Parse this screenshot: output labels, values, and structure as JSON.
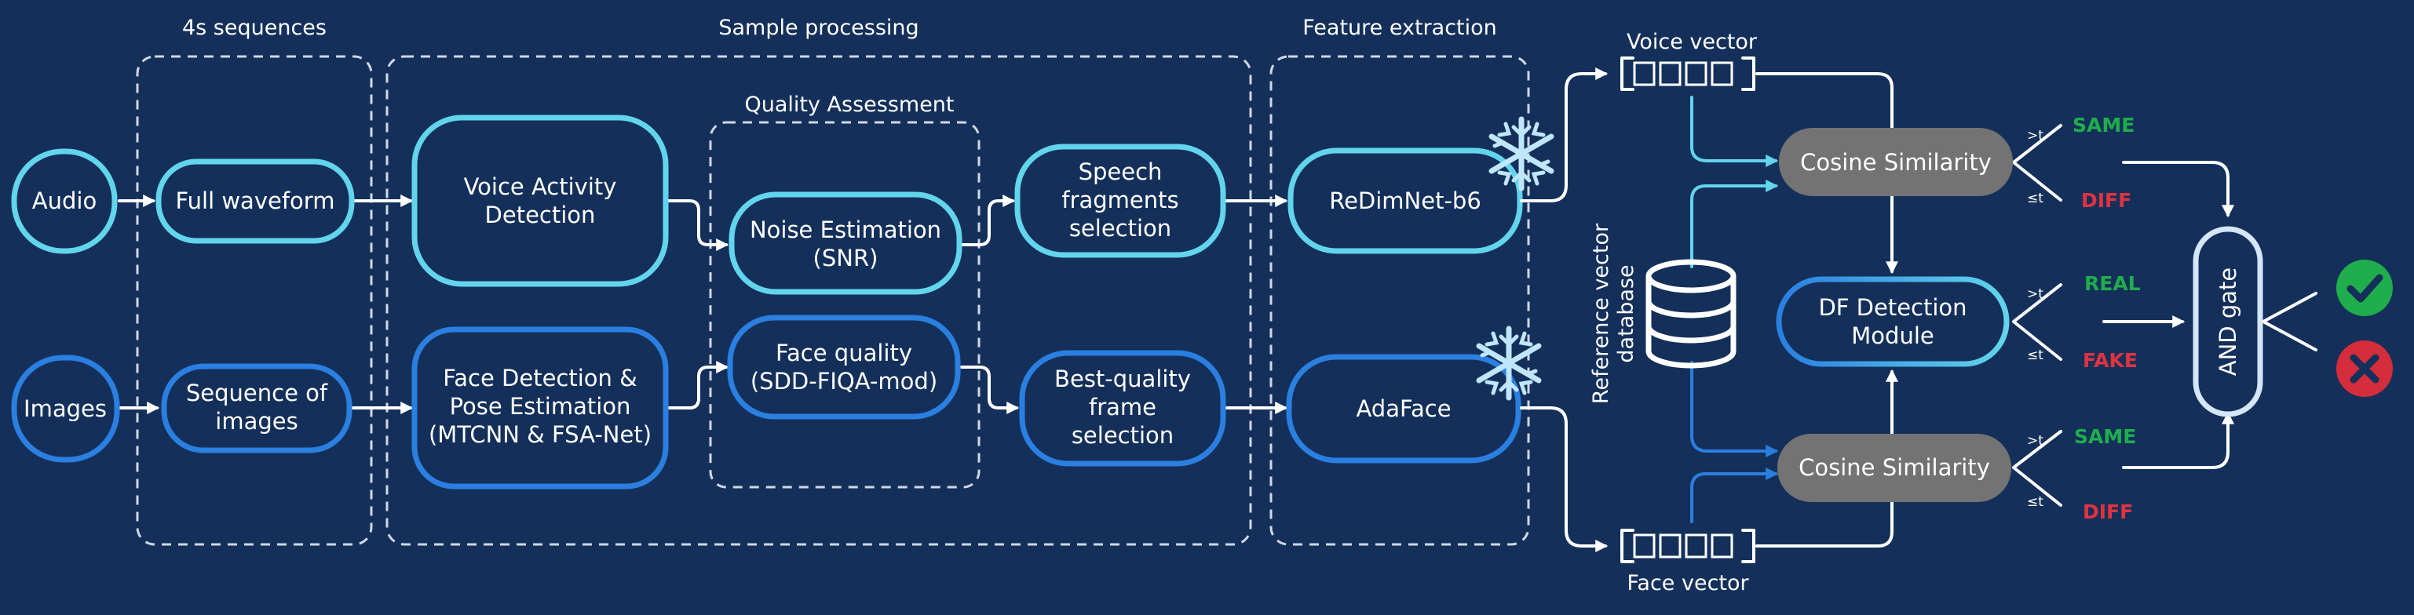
{
  "sections": {
    "sequences": "4s sequences",
    "processing": "Sample processing",
    "quality": "Quality Assessment",
    "features": "Feature extraction"
  },
  "nodes": {
    "audio": "Audio",
    "images": "Images",
    "full_waveform": "Full waveform",
    "seq_images": [
      "Sequence of",
      "images"
    ],
    "vad": [
      "Voice Activity",
      "Detection"
    ],
    "face_det": [
      "Face Detection &",
      "Pose Estimation",
      "(MTCNN & FSA-Net)"
    ],
    "noise": [
      "Noise Estimation",
      "(SNR)"
    ],
    "face_quality": [
      "Face quality",
      "(SDD-FIQA-mod)"
    ],
    "speech_sel": [
      "Speech",
      "fragments",
      "selection"
    ],
    "frame_sel": [
      "Best-quality",
      "frame",
      "selection"
    ],
    "redimnet": "ReDimNet-b6",
    "adaface": "AdaFace",
    "cos_top": "Cosine Similarity",
    "cos_bottom": "Cosine Similarity",
    "df_module": [
      "DF Detection",
      "Module"
    ],
    "and_gate": "AND gate"
  },
  "vectors": {
    "voice": "Voice vector",
    "face": "Face vector",
    "reference_db": [
      "Reference vector",
      "database"
    ]
  },
  "decisions": {
    "top": [
      "SAME",
      "DIFF"
    ],
    "mid": [
      "REAL",
      "FAKE"
    ],
    "bottom": [
      "SAME",
      "DIFF"
    ]
  },
  "colors": {
    "background": "#14305a",
    "cyan": "#62d5ec",
    "blue": "#2a7fe0",
    "gray": "#737373",
    "green": "#1fae4b",
    "red": "#e03440",
    "ok_icon": "check-circle",
    "fail_icon": "cross-circle"
  }
}
